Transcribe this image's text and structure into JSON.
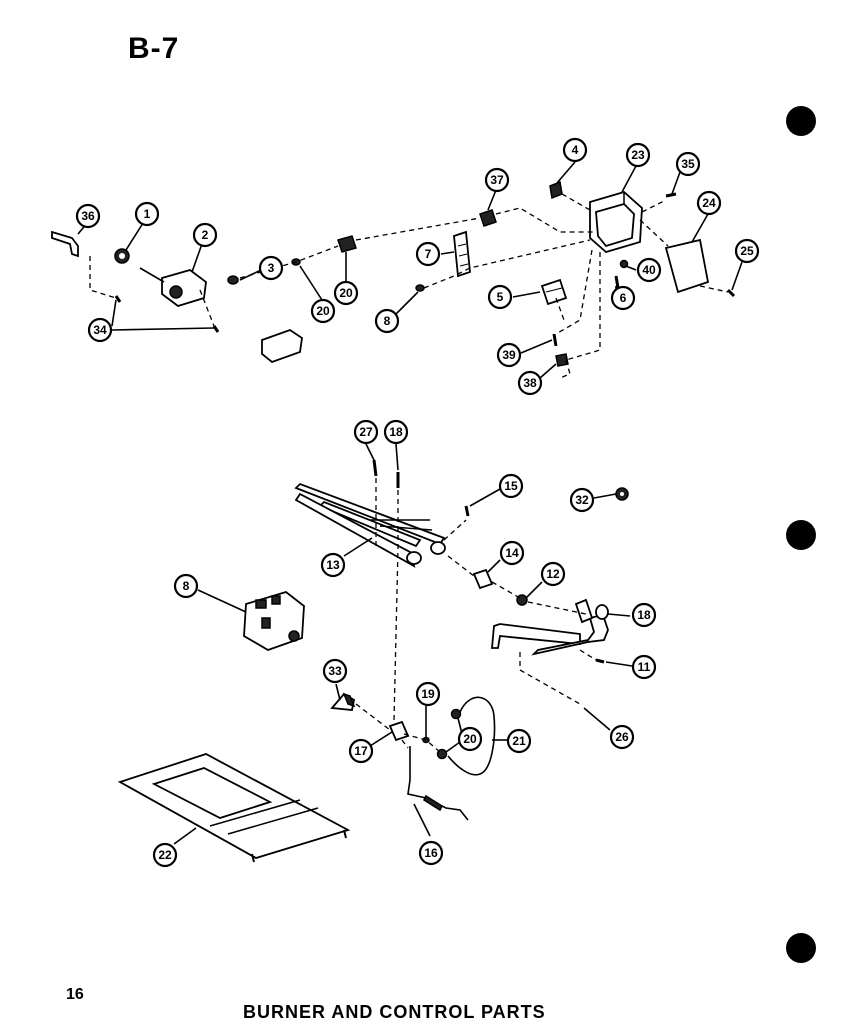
{
  "page": {
    "title": "B-7",
    "page_number": "16",
    "caption": "BURNER AND CONTROL PARTS"
  },
  "callouts": {
    "c1": "1",
    "c2": "2",
    "c3": "3",
    "c4": "4",
    "c5": "5",
    "c6": "6",
    "c7": "7",
    "c8a": "8",
    "c8b": "8",
    "c11": "11",
    "c12": "12",
    "c13": "13",
    "c14": "14",
    "c15": "15",
    "c16": "16",
    "c17": "17",
    "c18a": "18",
    "c18b": "18",
    "c19": "19",
    "c20a": "20",
    "c20b": "20",
    "c20c": "20",
    "c21": "21",
    "c22": "22",
    "c23": "23",
    "c24": "24",
    "c25": "25",
    "c26": "26",
    "c27": "27",
    "c32": "32",
    "c33": "33",
    "c34": "34",
    "c35": "35",
    "c36": "36",
    "c37": "37",
    "c38": "38",
    "c39": "39",
    "c40": "40"
  }
}
